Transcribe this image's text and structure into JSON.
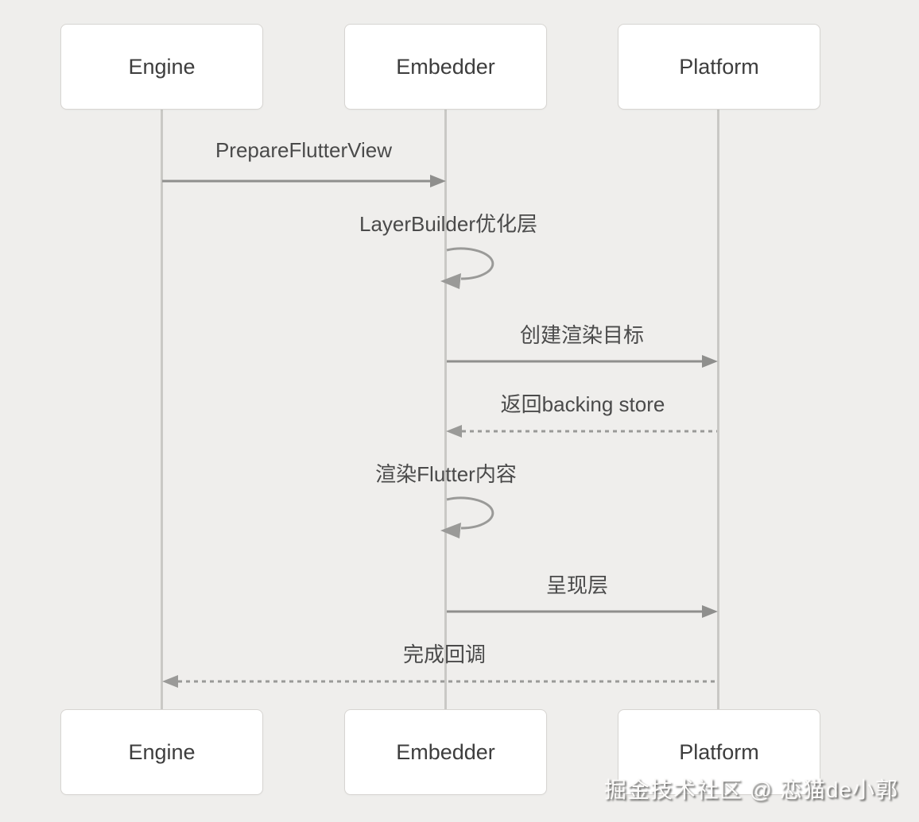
{
  "diagram": {
    "type": "sequence-diagram",
    "actors_top": [
      {
        "label": "Engine"
      },
      {
        "label": "Embedder"
      },
      {
        "label": "Platform"
      }
    ],
    "actors_bottom": [
      {
        "label": "Engine"
      },
      {
        "label": "Embedder"
      },
      {
        "label": "Platform"
      }
    ],
    "messages": [
      {
        "label": "PrepareFlutterView",
        "from": "Engine",
        "to": "Embedder",
        "line": "solid"
      },
      {
        "label": "LayerBuilder优化层",
        "from": "Embedder",
        "to": "Embedder",
        "line": "self-loop"
      },
      {
        "label": "创建渲染目标",
        "from": "Embedder",
        "to": "Platform",
        "line": "solid"
      },
      {
        "label": "返回backing store",
        "from": "Platform",
        "to": "Embedder",
        "line": "dashed"
      },
      {
        "label": "渲染Flutter内容",
        "from": "Embedder",
        "to": "Embedder",
        "line": "self-loop"
      },
      {
        "label": "呈现层",
        "from": "Embedder",
        "to": "Platform",
        "line": "solid"
      },
      {
        "label": "完成回调",
        "from": "Platform",
        "to": "Engine",
        "line": "dashed"
      }
    ],
    "watermark": "掘金技术社区 @ 恋猫de小郭",
    "colors": {
      "background": "#efeeec",
      "box_fill": "#ffffff",
      "box_border": "#d7d5d2",
      "lifeline": "#c9c8c5",
      "arrow": "#8f8f8d",
      "label_text": "#4a4a4a",
      "actor_text": "#3d3d3d"
    }
  }
}
